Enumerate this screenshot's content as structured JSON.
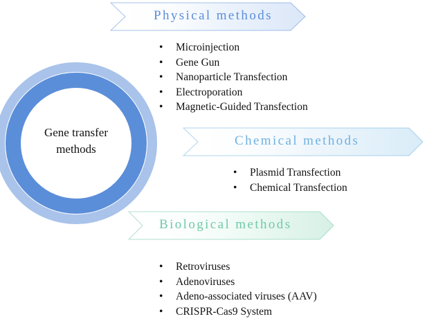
{
  "center": {
    "line1": "Gene transfer",
    "line2": "methods"
  },
  "colors": {
    "ring_outer": "#a9c3ea",
    "ring_inner": "#5b8ed9",
    "physical": "#5b8ed9",
    "chemical": "#6fb2e0",
    "biological": "#6fc9a8"
  },
  "sections": [
    {
      "title": "Physical methods",
      "items": [
        "Microinjection",
        "Gene Gun",
        "Nanoparticle Transfection",
        "Electroporation",
        "Magnetic-Guided Transfection"
      ]
    },
    {
      "title": "Chemical methods",
      "items": [
        "Plasmid Transfection",
        "Chemical Transfection"
      ]
    },
    {
      "title": "Biological methods",
      "items": [
        "Retroviruses",
        "Adenoviruses",
        "Adeno-associated viruses (AAV)",
        "CRISPR-Cas9 System"
      ]
    }
  ]
}
